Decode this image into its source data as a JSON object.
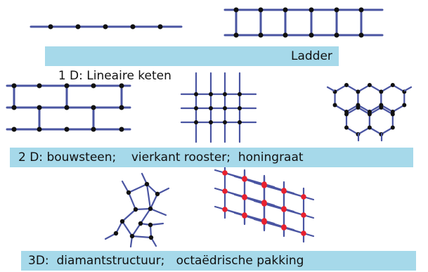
{
  "captions": {
    "row1_left": "1 D: Lineaire keten",
    "row1_right": "Ladder",
    "row2": "2 D: bouwsteen;    vierkant rooster;  honingraat",
    "row3": "3D:  diamantstructuur;   octaëdrische pakking"
  },
  "colors": {
    "bond": "#4a55a2",
    "atom": "#111111",
    "atom_octahedral": "#e8212e",
    "caption_band": "#a6d9ea"
  }
}
